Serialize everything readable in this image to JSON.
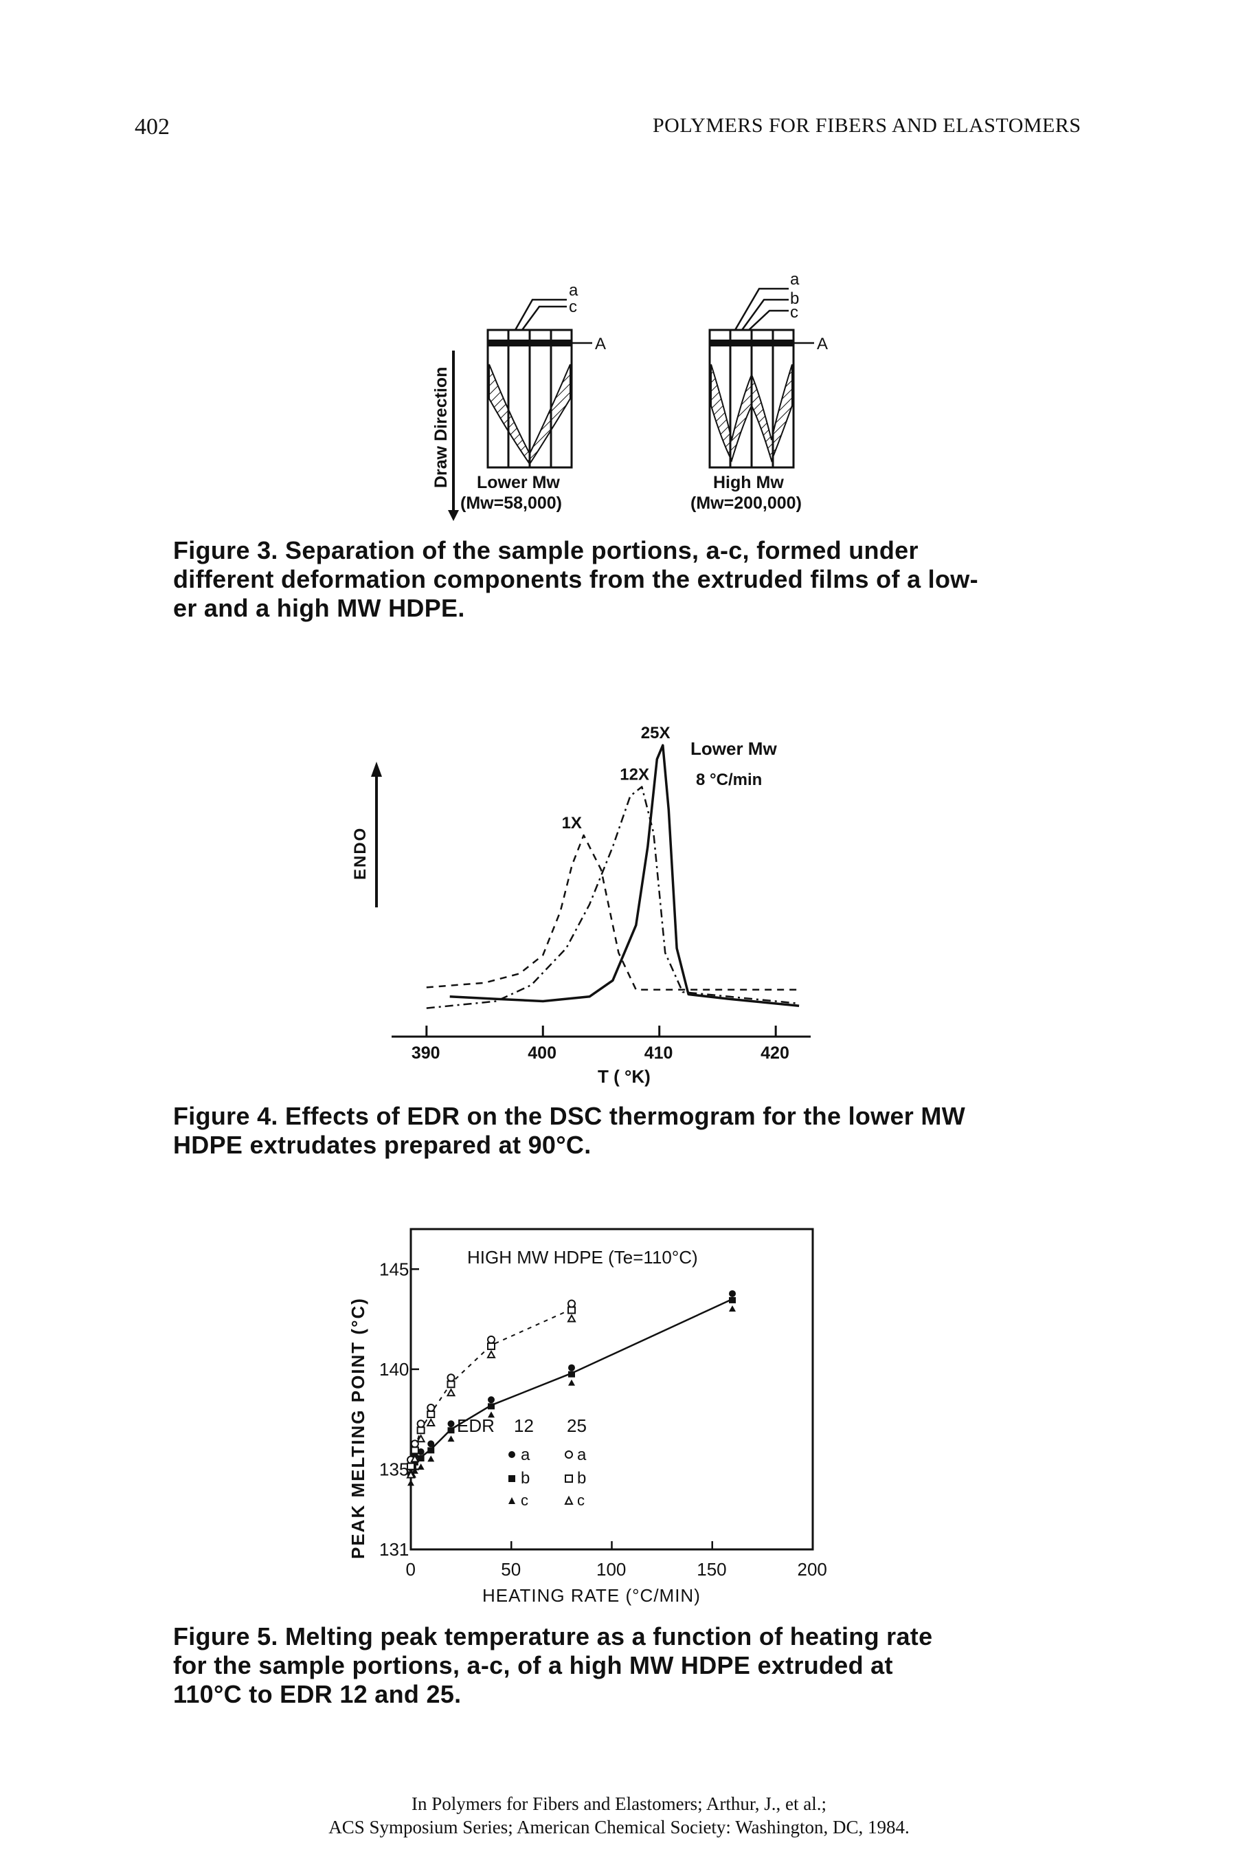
{
  "header": {
    "page_number": "402",
    "running_title": "POLYMERS FOR FIBERS AND ELASTOMERS"
  },
  "figure3": {
    "axis_label": "Draw Direction",
    "left_label_1": "Lower Mw",
    "left_label_2": "(Mw=58,000)",
    "right_label_1": "High Mw",
    "right_label_2": "(Mw=200,000)",
    "left_tags": [
      "a",
      "c",
      "A"
    ],
    "right_tags": [
      "a",
      "b",
      "c",
      "A"
    ],
    "caption_lines": [
      "Figure 3.  Separation of the sample portions, a-c, formed under",
      "different deformation components from the extruded films of a low-",
      "er and a high MW HDPE."
    ]
  },
  "figure4": {
    "chart_data": {
      "type": "line",
      "xlabel": "T ( °K)",
      "ylabel": "ENDO",
      "x_ticks": [
        "390",
        "400",
        "410",
        "420"
      ],
      "xlim": [
        387,
        423
      ],
      "annotations": [
        "Lower Mw",
        "8 °C/min"
      ],
      "series": [
        {
          "name": "1X",
          "style": "dashed",
          "x": [
            390,
            395,
            398,
            400,
            401.5,
            402.5,
            403.5,
            405,
            406.5,
            408,
            412,
            418,
            422
          ],
          "y": [
            0.13,
            0.15,
            0.19,
            0.27,
            0.46,
            0.66,
            0.79,
            0.64,
            0.28,
            0.12,
            0.12,
            0.12,
            0.12
          ]
        },
        {
          "name": "12X",
          "style": "dash-dot",
          "x": [
            390,
            396,
            399,
            402,
            404,
            406,
            407.5,
            408.5,
            409.5,
            410.5,
            412,
            416,
            422
          ],
          "y": [
            0.04,
            0.07,
            0.14,
            0.3,
            0.49,
            0.74,
            0.96,
            1.0,
            0.8,
            0.28,
            0.11,
            0.09,
            0.06
          ]
        },
        {
          "name": "25X",
          "style": "solid",
          "x": [
            392,
            396,
            400,
            404,
            406,
            408,
            409,
            409.8,
            410.3,
            410.8,
            411.5,
            412.5,
            416,
            422
          ],
          "y": [
            0.09,
            0.08,
            0.07,
            0.09,
            0.16,
            0.4,
            0.74,
            1.12,
            1.18,
            0.9,
            0.3,
            0.1,
            0.08,
            0.05
          ]
        }
      ]
    },
    "caption_lines": [
      "Figure 4.  Effects of EDR on the DSC thermogram for the lower MW",
      "HDPE extrudates prepared at 90°C."
    ]
  },
  "figure5": {
    "chart_data": {
      "type": "scatter",
      "title": "HIGH MW HDPE (Te=110°C)",
      "xlabel": "HEATING RATE (°C/MIN)",
      "ylabel": "PEAK MELTING POINT (°C)",
      "xlim": [
        0,
        200
      ],
      "ylim": [
        131,
        147
      ],
      "x_ticks": [
        "0",
        "50",
        "100",
        "150",
        "200"
      ],
      "y_ticks": [
        "131",
        "135",
        "140",
        "145"
      ],
      "legend_title": "EDR",
      "legend_columns": [
        "12",
        "25"
      ],
      "legend_rows": [
        "a",
        "b",
        "c"
      ],
      "series": [
        {
          "name": "EDR 12",
          "marker": "filled",
          "x": [
            0,
            1,
            2,
            5,
            10,
            20,
            40,
            80,
            160
          ],
          "y": [
            134.8,
            135.2,
            135.4,
            135.6,
            136,
            137,
            138.2,
            139.8,
            143.5
          ]
        },
        {
          "name": "EDR 25",
          "marker": "open",
          "x": [
            0,
            2,
            5,
            10,
            20,
            40,
            80
          ],
          "y": [
            135.2,
            136,
            137,
            137.8,
            139.3,
            141.2,
            143
          ]
        }
      ]
    },
    "caption_lines": [
      "Figure 5.  Melting peak temperature as a function of heating rate",
      "for the sample portions, a-c, of a high MW HDPE extruded at",
      "110°C to EDR 12 and 25."
    ]
  },
  "footer": {
    "line1": "In Polymers for Fibers and Elastomers; Arthur, J., et al.;",
    "line2": "ACS Symposium Series; American Chemical Society: Washington, DC, 1984."
  }
}
